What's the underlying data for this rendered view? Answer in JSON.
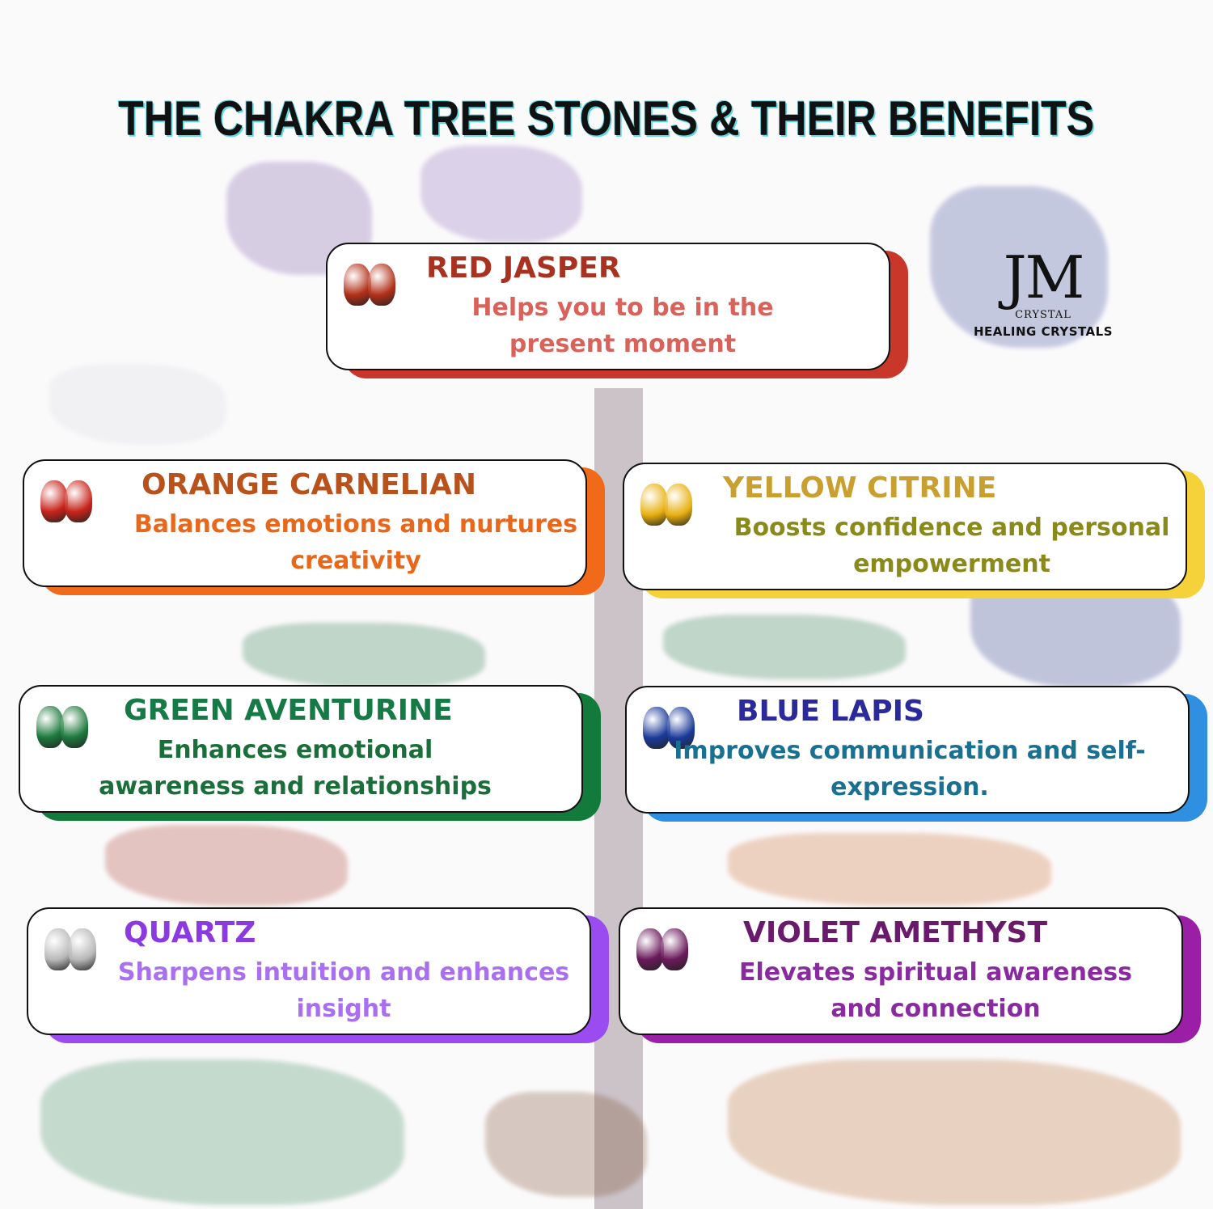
{
  "title": "THE CHAKRA TREE STONES & THEIR BENEFITS",
  "logo": {
    "monogram": "JM",
    "sub": "CRYSTAL",
    "brand": "HEALING CRYSTALS"
  },
  "stones": [
    {
      "name": "RED JASPER",
      "desc": "Helps you to be in the present moment",
      "accent": "#c8372a",
      "name_color": "#a8321f",
      "desc_color": "#d9625a",
      "stone_color": "#b23018"
    },
    {
      "name": "ORANGE CARNELIAN",
      "desc": "Balances emotions and nurtures creativity",
      "accent": "#f06a1a",
      "name_color": "#b8521a",
      "desc_color": "#e8671a",
      "stone_color": "#c8241a"
    },
    {
      "name": "YELLOW CITRINE",
      "desc": "Boosts confidence and personal empowerment",
      "accent": "#f5d23a",
      "name_color": "#c9a030",
      "desc_color": "#8a8a1a",
      "stone_color": "#e8b010"
    },
    {
      "name": "GREEN AVENTURINE",
      "desc": "Enhances emotional awareness and relationships",
      "accent": "#127a3a",
      "name_color": "#157a45",
      "desc_color": "#1a6e3a",
      "stone_color": "#1e7a3e"
    },
    {
      "name": "BLUE LAPIS",
      "desc": "Improves communication and self-expression.",
      "accent": "#2f8fe0",
      "name_color": "#2a2a9a",
      "desc_color": "#1a7090",
      "stone_color": "#1a3a9a"
    },
    {
      "name": "QUARTZ",
      "desc": "Sharpens intuition and enhances insight",
      "accent": "#9b4cf0",
      "name_color": "#8a3ae0",
      "desc_color": "#a870f0",
      "stone_color": "#b8b8b8"
    },
    {
      "name": "VIOLET AMETHYST",
      "desc": "Elevates spiritual awareness and connection",
      "accent": "#9a1fa6",
      "name_color": "#6a1a6a",
      "desc_color": "#8a2aa0",
      "stone_color": "#6a1a5a"
    }
  ]
}
